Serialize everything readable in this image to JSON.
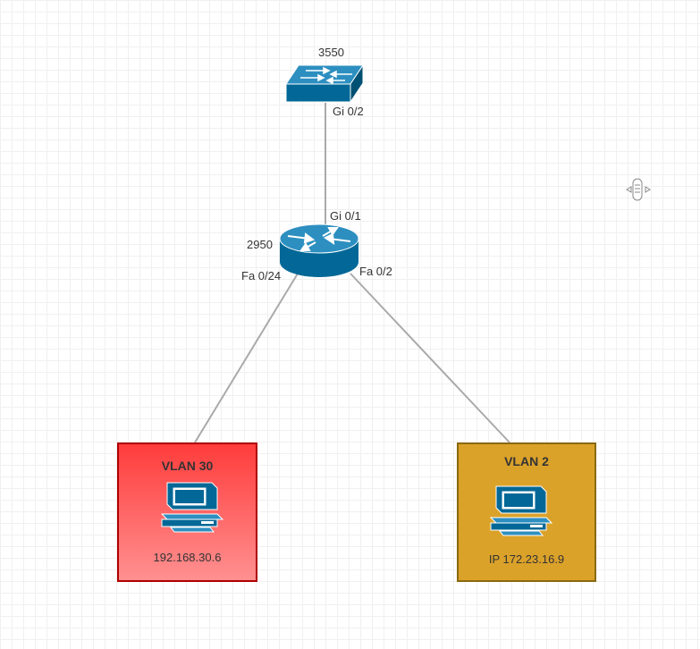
{
  "devices": {
    "top_switch": {
      "label": "3550",
      "port_label": "Gi 0/2"
    },
    "router": {
      "label": "2950",
      "port_up": "Gi 0/1",
      "port_left": "Fa 0/24",
      "port_right": "Fa 0/2"
    }
  },
  "vlans": [
    {
      "title": "VLAN 30",
      "ip": "192.168.30.6",
      "color_top": "#ff3c3c",
      "color_bottom": "#ff9090",
      "border": "#b00000"
    },
    {
      "title": "VLAN 2",
      "ip": "IP 172.23.16.9",
      "color_top": "#dba22a",
      "color_bottom": "#dba22a",
      "border": "#8a6a10"
    }
  ],
  "colors": {
    "cisco_blue": "#036897",
    "cisco_blue_dark": "#005073",
    "link": "#aaaaaa"
  }
}
